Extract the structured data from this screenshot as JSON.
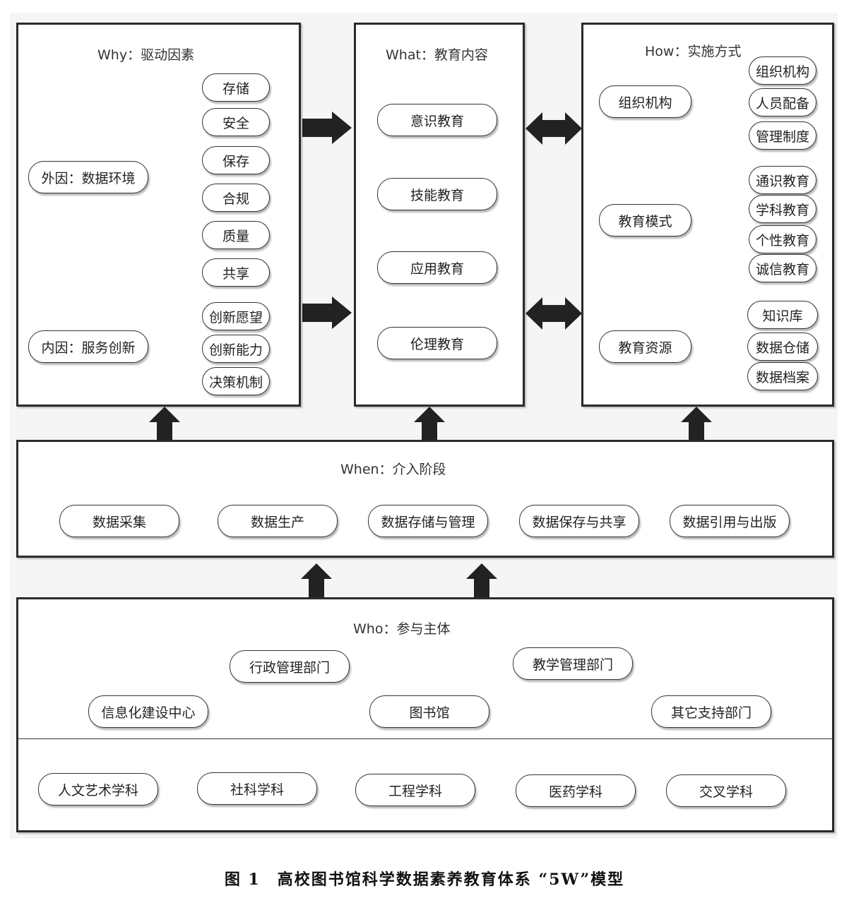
{
  "why": {
    "title": "Why：驱动因素",
    "external": {
      "label": "外因：数据环境",
      "items": [
        "存储",
        "安全",
        "保存",
        "合规",
        "质量",
        "共享"
      ]
    },
    "internal": {
      "label": "内因：服务创新",
      "items": [
        "创新愿望",
        "创新能力",
        "决策机制"
      ]
    }
  },
  "what": {
    "title": "What：教育内容",
    "items": [
      "意识教育",
      "技能教育",
      "应用教育",
      "伦理教育"
    ]
  },
  "how": {
    "title": "How：实施方式",
    "groups": [
      {
        "label": "组织机构",
        "items": [
          "组织机构",
          "人员配备",
          "管理制度"
        ]
      },
      {
        "label": "教育模式",
        "items": [
          "通识教育",
          "学科教育",
          "个性教育",
          "诚信教育"
        ]
      },
      {
        "label": "教育资源",
        "items": [
          "知识库",
          "数据仓储",
          "数据档案"
        ]
      }
    ]
  },
  "when": {
    "title": "When：介入阶段",
    "items": [
      "数据采集",
      "数据生产",
      "数据存储与管理",
      "数据保存与共享",
      "数据引用与出版"
    ]
  },
  "who": {
    "title": "Who：参与主体",
    "departments": [
      "行政管理部门",
      "教学管理部门",
      "信息化建设中心",
      "图书馆",
      "其它支持部门"
    ],
    "disciplines": [
      "人文艺术学科",
      "社科学科",
      "工程学科",
      "医药学科",
      "交叉学科"
    ]
  },
  "caption": "图 1　高校图书馆科学数据素养教育体系 “5W”模型"
}
